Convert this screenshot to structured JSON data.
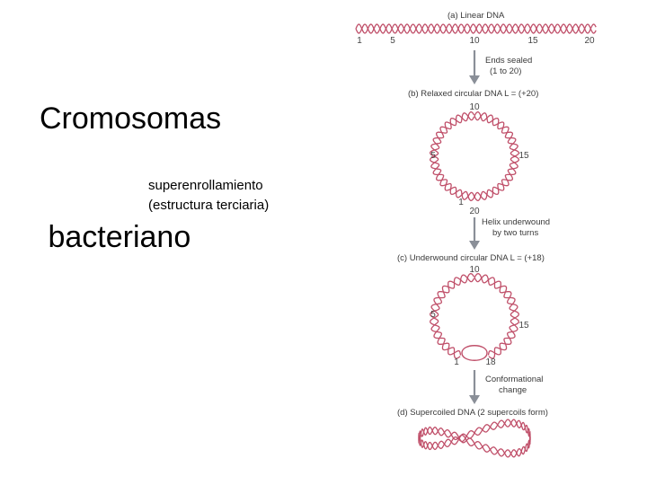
{
  "slide": {
    "title_line1": "Cromosomas",
    "title_line2": " bacteriano",
    "caption_line1": "superenrollamiento",
    "caption_line2": "(estructura terciaria)"
  },
  "diagram": {
    "panel_a": {
      "label": "(a) Linear DNA",
      "ticks": [
        "1",
        "5",
        "10",
        "15",
        "20"
      ]
    },
    "step_1": {
      "line1": "Ends sealed",
      "line2": "(1 to 20)"
    },
    "panel_b": {
      "label": "(b) Relaxed circular DNA L = (+20)",
      "num_top": "10",
      "num_left": "5",
      "num_right": "15",
      "num_bottom_left": "1",
      "num_bottom_right": "20"
    },
    "step_2": {
      "line1": "Helix underwound",
      "line2": "by two turns"
    },
    "panel_c": {
      "label": "(c) Underwound circular DNA L = (+18)",
      "num_top": "10",
      "num_left": "5",
      "num_right": "15",
      "num_bottom_left": "1",
      "num_bottom_right": "18"
    },
    "step_3": {
      "line1": "Conformational",
      "line2": "change"
    },
    "panel_d": {
      "label": "(d) Supercoiled DNA (2 supercoils form)"
    },
    "colors": {
      "helix": "#c0506a",
      "arrow": "#8a8f98",
      "text": "#3a3a3a"
    }
  }
}
